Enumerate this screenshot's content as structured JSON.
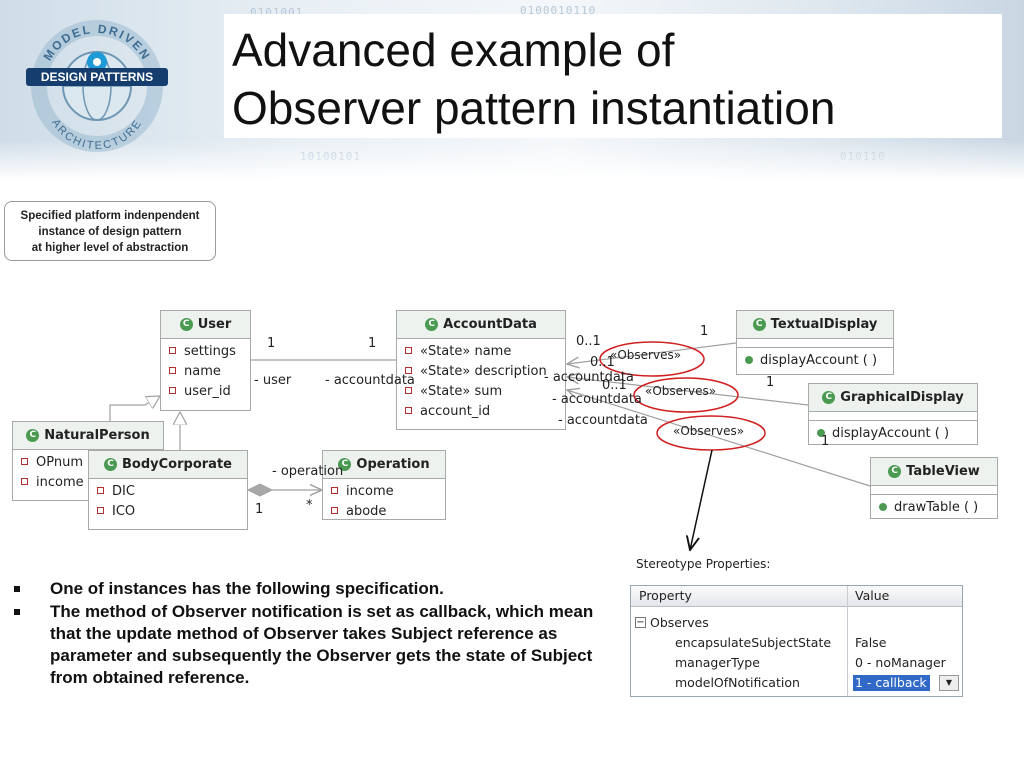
{
  "title": {
    "line1": "Advanced example of",
    "line2": "Observer pattern instantiation"
  },
  "logo": {
    "ring_top": "MODEL DRIVEN",
    "banner": "DESIGN PATTERNS",
    "ring_bottom": "ARCHITECTURE",
    "icon": "gear-globe-logo"
  },
  "callout": {
    "line1": "Specified platform indenpendent",
    "line2": "instance of design pattern",
    "line3": "at higher level of abstraction"
  },
  "diagram": {
    "class_icon_letter": "C",
    "classes": {
      "user": {
        "name": "User",
        "attributes": [
          "settings",
          "name",
          "user_id"
        ]
      },
      "account_data": {
        "name": "AccountData",
        "attributes": [
          "«State» name",
          "«State» description",
          "«State» sum",
          "account_id"
        ]
      },
      "natural_person": {
        "name": "NaturalPerson",
        "attributes": [
          "OPnum",
          "income"
        ]
      },
      "body_corporate": {
        "name": "BodyCorporate",
        "attributes": [
          "DIC",
          "ICO"
        ]
      },
      "operation": {
        "name": "Operation",
        "attributes": [
          "income",
          "abode"
        ]
      },
      "textual_display": {
        "name": "TextualDisplay",
        "operations": [
          "displayAccount ( )"
        ]
      },
      "graphical_display": {
        "name": "GraphicalDisplay",
        "operations": [
          "displayAccount ( )"
        ]
      },
      "table_view": {
        "name": "TableView",
        "operations": [
          "drawTable ( )"
        ]
      }
    },
    "labels": {
      "user_mult": "1",
      "account_mult": "1",
      "role_user": "- user",
      "role_accountdata": "- accountdata",
      "role_operation": "- operation",
      "bc_mult": "1",
      "op_mult": "*",
      "td_mult_near": "1",
      "td_mult_ad": "0..1",
      "gd_mult_ad": "0..1",
      "tv_mult_ad": "0..1",
      "gd_mult_near": "1",
      "tv_mult_near": "1",
      "td_role": "- accountdata",
      "gd_role": "- accountdata",
      "tv_role": "- accountdata",
      "observes1": "«Observes»",
      "observes2": "«Observes»",
      "observes3": "«Observes»"
    },
    "colors": {
      "highlight_ellipse": "#d02020",
      "class_icon": "#4a9a52"
    }
  },
  "bullets": [
    "One of instances has the following specification.",
    "The method of Observer notification is set as callback, which mean that the update method of Observer takes Subject reference as parameter and subsequently the Observer gets the state of Subject from obtained reference."
  ],
  "stereotype": {
    "title": "Stereotype Properties:",
    "headers": {
      "property": "Property",
      "value": "Value"
    },
    "group": "Observes",
    "rows": [
      {
        "property": "encapsulateSubjectState",
        "value": "False"
      },
      {
        "property": "managerType",
        "value": "0 - noManager"
      },
      {
        "property": "modelOfNotification",
        "value": "1 - callback"
      }
    ]
  }
}
